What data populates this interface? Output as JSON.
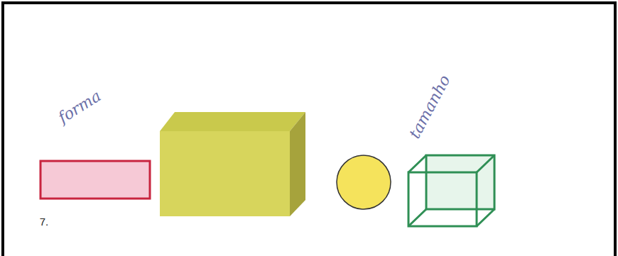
{
  "diagram": {
    "labels": [
      "forma",
      "tamanho",
      "7."
    ]
  }
}
